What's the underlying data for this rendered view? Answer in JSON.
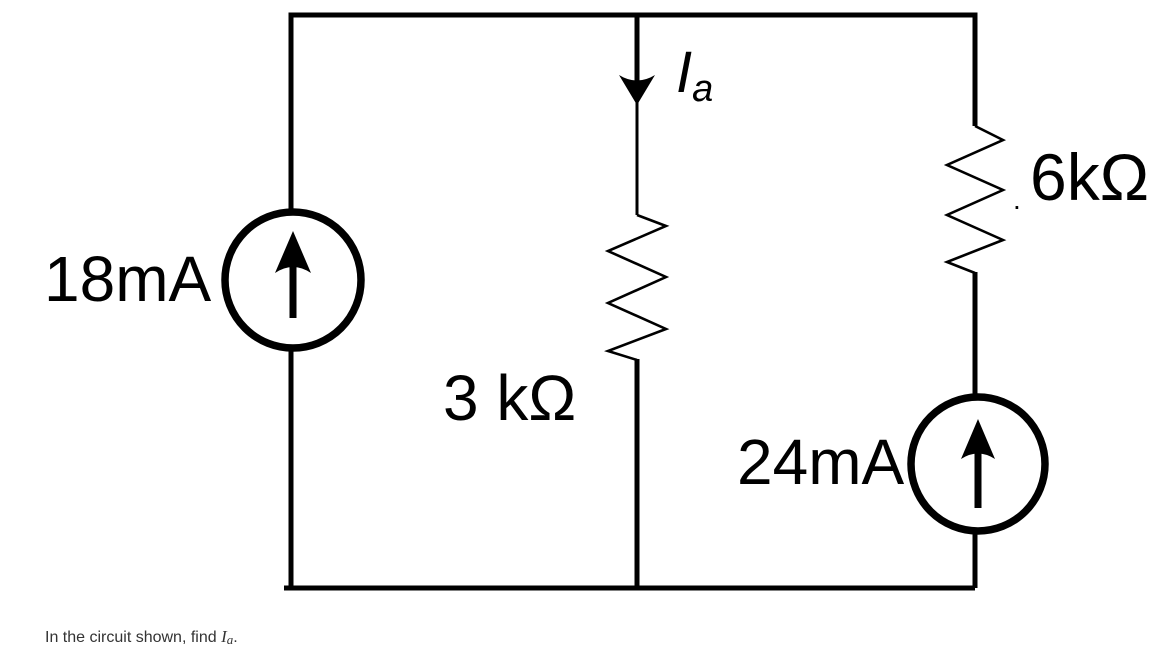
{
  "colors": {
    "ink": "#000000",
    "caption_text": "#333333",
    "background": "#ffffff"
  },
  "circuit": {
    "sources": [
      {
        "label": "18mA",
        "type": "current-source",
        "arrow_direction": "up",
        "position": "left-branch"
      },
      {
        "label": "24mA",
        "type": "current-source",
        "arrow_direction": "up",
        "position": "right-branch"
      }
    ],
    "resistors": [
      {
        "label": "3 kΩ",
        "position": "middle-branch"
      },
      {
        "label": "6kΩ",
        "position": "right-branch"
      }
    ],
    "current_label": {
      "symbol": "I",
      "subscript": "a",
      "arrow_direction": "down"
    },
    "stray_dot": "."
  },
  "caption": {
    "prefix": "In the circuit shown, find ",
    "symbol": "I",
    "subscript": "a",
    "suffix": "."
  }
}
